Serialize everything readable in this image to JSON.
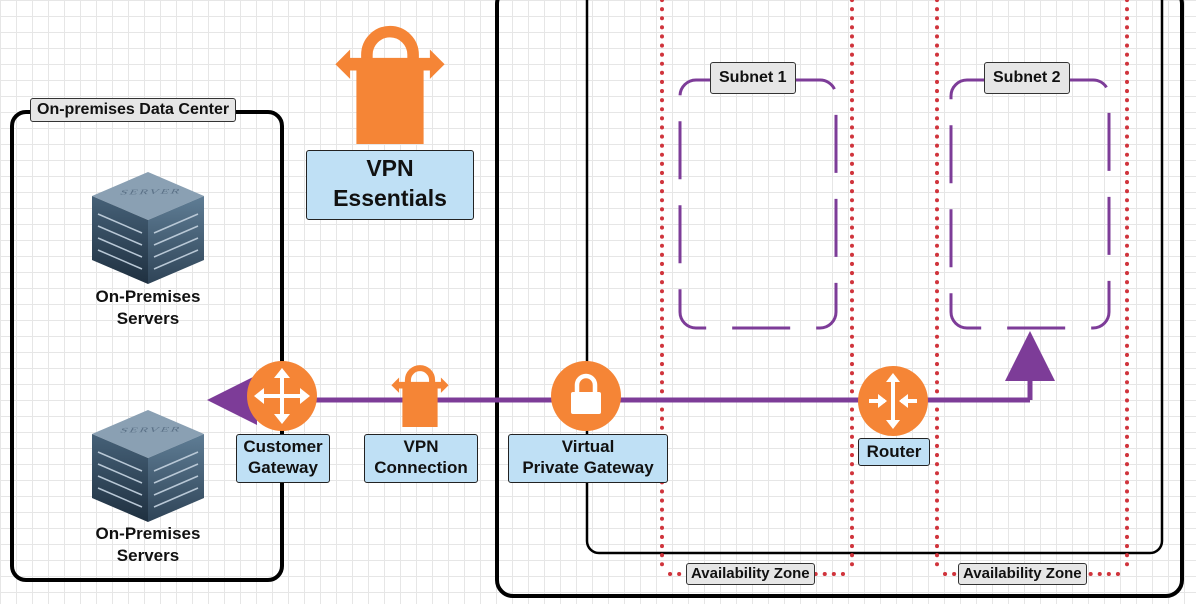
{
  "datacenter": {
    "label": "On-premises Data Center"
  },
  "servers": [
    {
      "label": "On-Premises\nServers",
      "icon": "server-icon"
    },
    {
      "label": "On-Premises\nServers",
      "icon": "server-icon"
    }
  ],
  "vpn_essentials": {
    "label": "VPN\nEssentials",
    "icon": "vpn-lock-icon"
  },
  "customer_gateway": {
    "label": "Customer\nGateway",
    "icon": "router-icon"
  },
  "vpn_connection": {
    "label": "VPN\nConnection",
    "icon": "vpn-lock-icon"
  },
  "virtual_private_gateway": {
    "label": "Virtual\nPrivate Gateway",
    "icon": "padlock-icon"
  },
  "router": {
    "label": "Router",
    "icon": "router-icon"
  },
  "subnets": [
    {
      "label": "Subnet 1"
    },
    {
      "label": "Subnet 2"
    }
  ],
  "availability_zones": [
    {
      "label": "Availability Zone"
    },
    {
      "label": "Availability Zone"
    }
  ],
  "server_text": "SERVER",
  "colors": {
    "orange": "#f58536",
    "purple": "#7d3c98",
    "red_dotted": "#d0343c",
    "label_blue": "#bfe0f5",
    "label_gray": "#e6e6e6"
  }
}
